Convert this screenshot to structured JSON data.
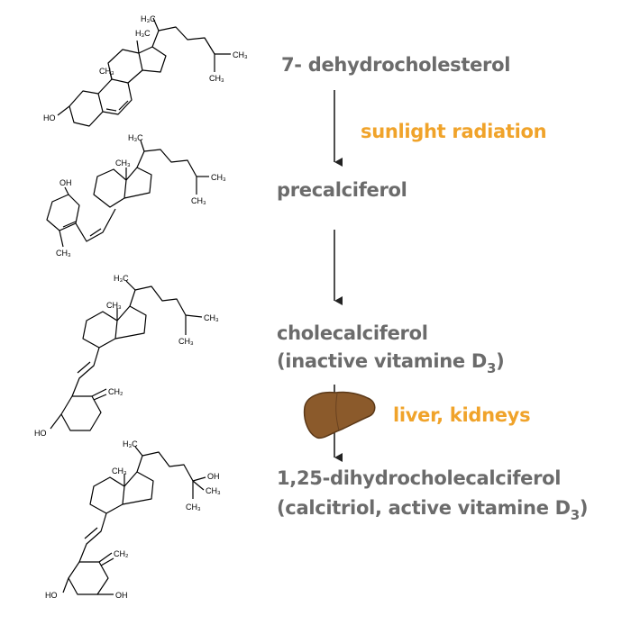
{
  "steps": [
    {
      "name": "7- dehydrocholesterol"
    },
    {
      "name": "precalciferol"
    },
    {
      "name": "cholecalciferol",
      "line2_prefix": "(inactive vitamine D",
      "line2_sub": "3",
      "line2_suffix": ")"
    },
    {
      "name": "1,25-dihydrocholecalciferol",
      "line2_prefix": "(calcitriol, active vitamine D",
      "line2_sub": "3",
      "line2_suffix": ")"
    }
  ],
  "conditions": {
    "step1": "sunlight radiation",
    "step3": "liver, kidneys"
  },
  "atoms": {
    "h3c": "H₃C",
    "ch3": "CH₃",
    "ho": "HO",
    "oh": "OH",
    "ch2": "CH₂"
  },
  "colors": {
    "label": "#6b6b6b",
    "condition": "#f0a32a",
    "liver_fill": "#8b5a2b",
    "liver_stroke": "#5a3818",
    "arrow": "#222222"
  },
  "icons": {
    "liver": "liver-icon"
  }
}
